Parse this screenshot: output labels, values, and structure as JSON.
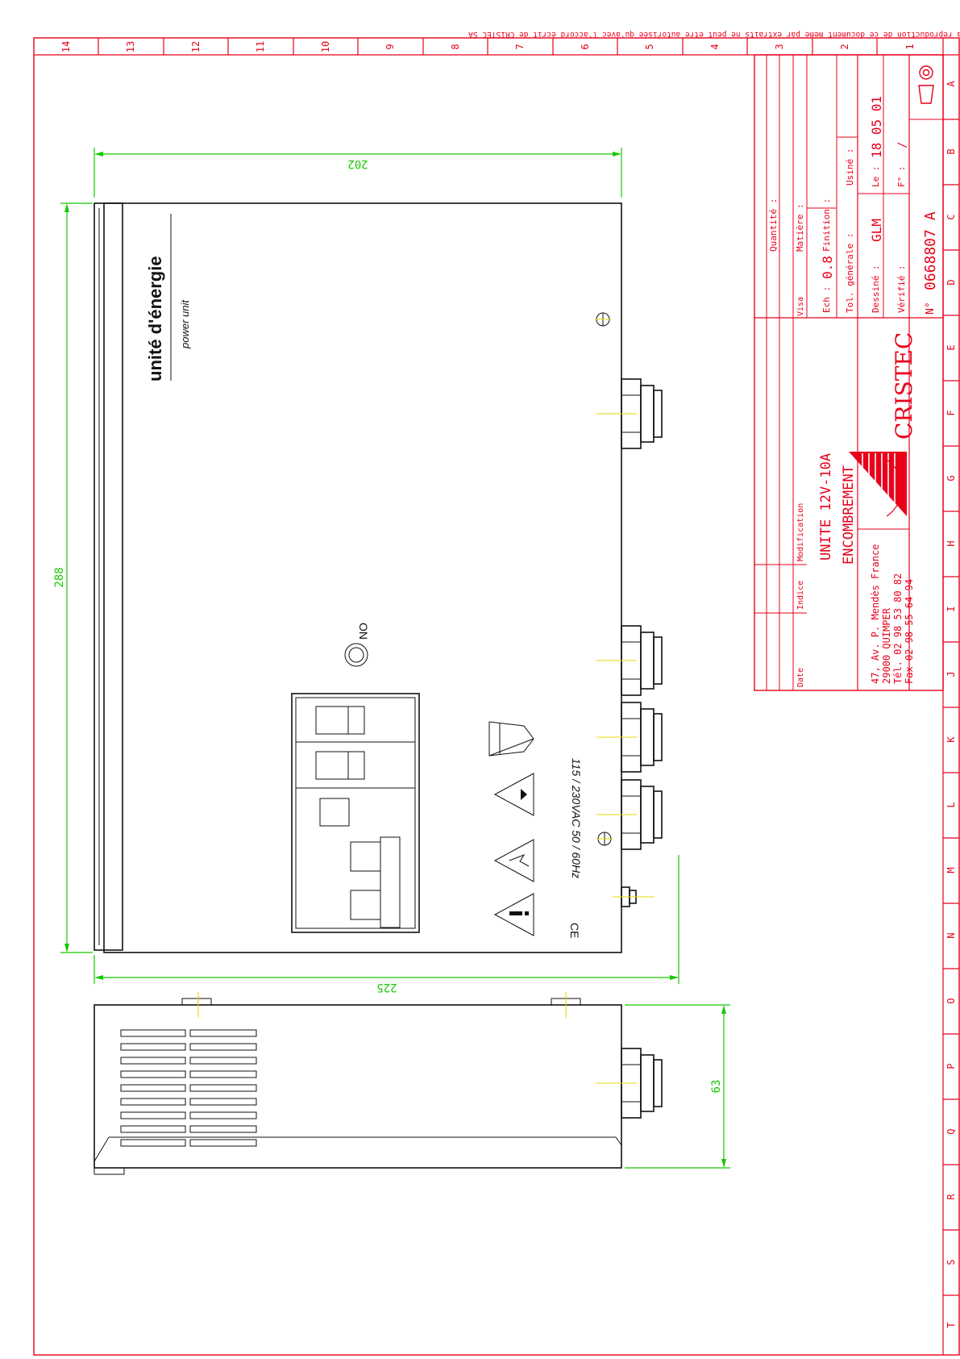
{
  "notice": "La reproduction de ce document meme par extraits ne peut etre autorisée qu'avec l'accord écrit de CRISTEC SA",
  "colors": {
    "frame": "#e8001b",
    "dimensions": "#17c800",
    "centerlines": "#e8d800",
    "part": "#111111"
  },
  "grid": {
    "numbers": [
      "14",
      "13",
      "12",
      "11",
      "10",
      "9",
      "8",
      "7",
      "6",
      "5",
      "4",
      "3",
      "2",
      "1"
    ],
    "letters": [
      "A",
      "B",
      "C",
      "D",
      "E",
      "F",
      "G",
      "H",
      "I",
      "J",
      "K",
      "L",
      "M",
      "N",
      "O",
      "P",
      "Q",
      "R",
      "S",
      "T"
    ]
  },
  "title_block": {
    "quantite": "Quantité :",
    "matiere": "Matière :",
    "finition": "Finition :",
    "usine": "Usiné :",
    "visa": "Visa",
    "ech_label": "Ech :",
    "ech_value": "0.8",
    "tol": "Tol. générale :",
    "le_label": "Le :",
    "le_value": "18 05 01",
    "dessine_label": "Dessiné :",
    "dessine_value": "GLM",
    "folio_label": "F° :",
    "folio_value": "/",
    "verifie": "Vérifié :",
    "numero_label": "N°",
    "numero_value": "0668807 A",
    "company": "CRISTEC",
    "title_line1": "UNITE 12V-10A",
    "title_line2": "ENCOMBREMENT",
    "address1": "47, Av. P. Mendès France",
    "address2": "29000 QUIMPER",
    "address3": "Tél. 02 98 53 80 82",
    "address4": "Fax 02 98 55 64 94",
    "revision_headers": {
      "date": "Date",
      "indice": "Indice",
      "modification": "Modification"
    }
  },
  "product": {
    "brand": "unité d'énergie",
    "brand_sub": "power unit",
    "on_label": "ON",
    "voltage": "115 / 230VAC  50 / 60Hz",
    "ce": "CE"
  },
  "dimensions": {
    "width": "202",
    "height": "288",
    "length": "225",
    "depth": "63"
  }
}
